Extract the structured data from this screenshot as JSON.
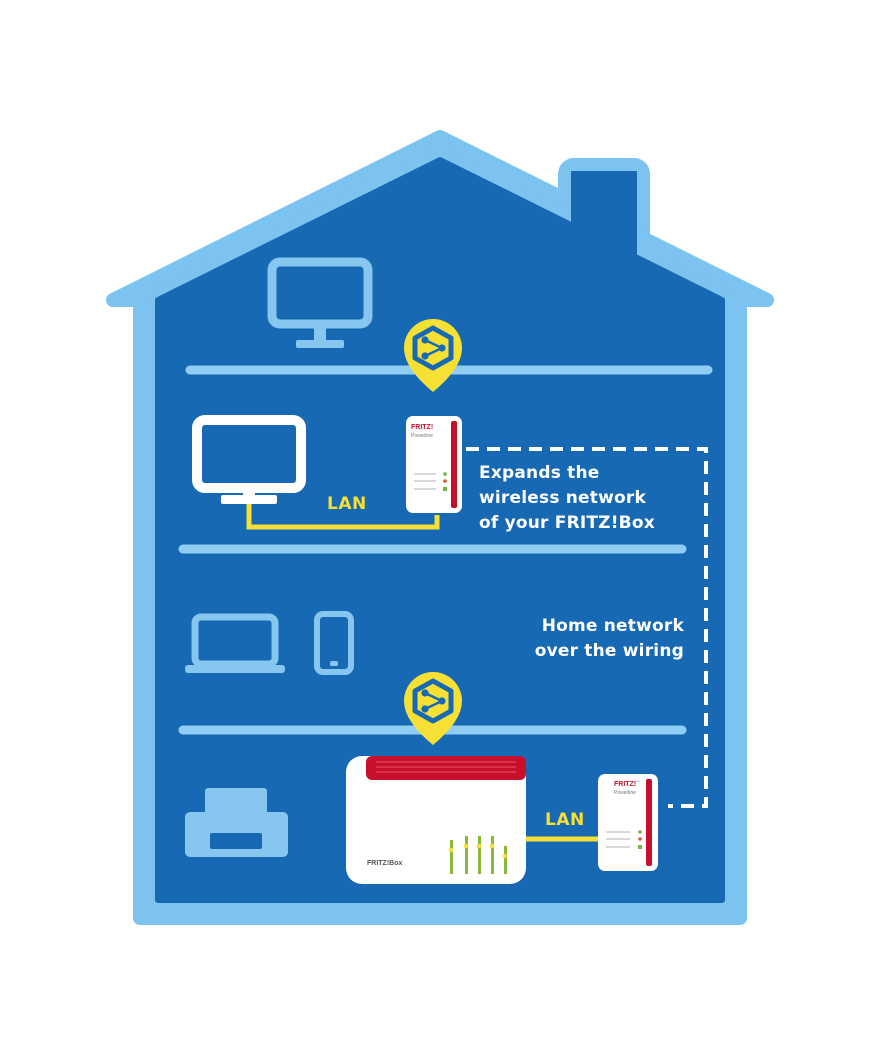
{
  "diagram": {
    "colors": {
      "house_fill": "#1769b4",
      "house_outline": "#7cc3ef",
      "floor_line": "#8fcdf3",
      "device_white": "#ffffff",
      "muted_icon": "#86c6ef",
      "lan_cable": "#f6e034",
      "marker_yellow": "#f6e034",
      "accent_red": "#c8102e",
      "dashed_link": "#ffffff"
    },
    "labels": {
      "lan_top": "LAN",
      "lan_bottom": "LAN",
      "expands_line1": "Expands the",
      "expands_line2": "wireless network",
      "expands_line3": "of your FRITZ!Box",
      "home_line1": "Home network",
      "home_line2": "over the wiring"
    },
    "devices": {
      "powerline_top_brand": "FRITZ!",
      "powerline_top_model": "Powerline",
      "powerline_bottom_brand": "FRITZ!",
      "powerline_bottom_model": "Powerline",
      "router_brand": "FRITZ!Box"
    },
    "icons": [
      "monitor-icon",
      "tv-icon",
      "laptop-icon",
      "smartphone-icon",
      "printer-icon",
      "mesh-marker-icon",
      "fritz-powerline-adapter",
      "fritz-box-router"
    ]
  }
}
